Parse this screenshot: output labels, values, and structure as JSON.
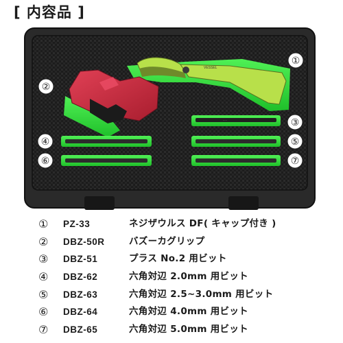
{
  "heading": "[ 内容品 ]",
  "figure": {
    "callouts": [
      "①",
      "②",
      "③",
      "④",
      "⑤",
      "⑥",
      "⑦"
    ],
    "pliers_brand": "VESSEL",
    "colors": {
      "case_shell": "#2a2a2a",
      "foam_tray": "#1f1f1f",
      "insert_green": "#35e83a",
      "pliers_handle": "#b8e04a",
      "grip_red": "#d42a3c"
    }
  },
  "parts": [
    {
      "number": "①",
      "code": "PZ-33",
      "name": "ネジザウルス DF( キャップ付き )"
    },
    {
      "number": "②",
      "code": "DBZ-50R",
      "name": "バズーカグリップ"
    },
    {
      "number": "③",
      "code": "DBZ-51",
      "name": "プラス No.2 用ビット"
    },
    {
      "number": "④",
      "code": "DBZ-62",
      "name": "六角対辺 2.0mm 用ビット"
    },
    {
      "number": "⑤",
      "code": "DBZ-63",
      "name": "六角対辺 2.5~3.0mm 用ビット"
    },
    {
      "number": "⑥",
      "code": "DBZ-64",
      "name": "六角対辺 4.0mm 用ビット"
    },
    {
      "number": "⑦",
      "code": "DBZ-65",
      "name": "六角対辺 5.0mm 用ビット"
    }
  ]
}
